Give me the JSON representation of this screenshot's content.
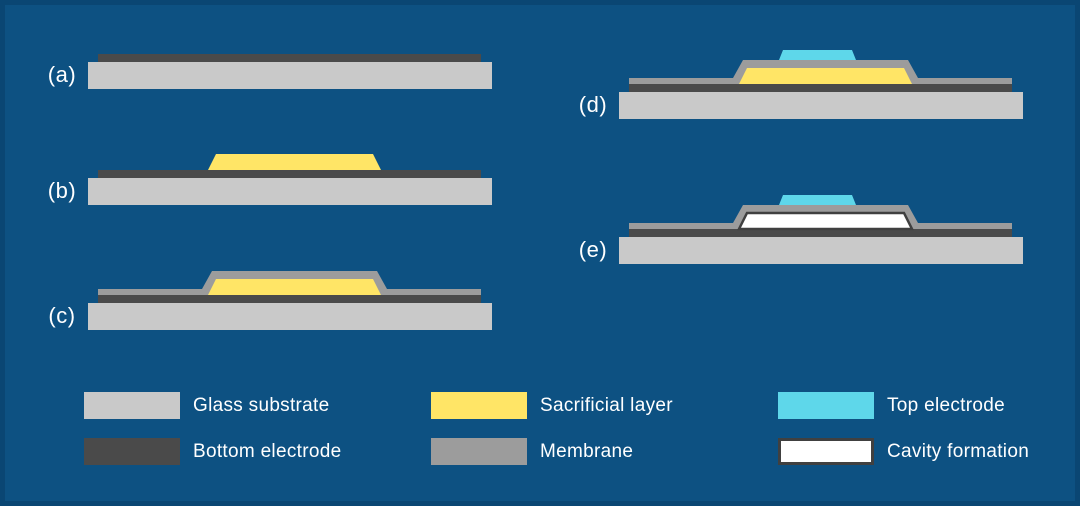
{
  "canvas": {
    "background": "#0d5182",
    "edge_shade": "#0a4673",
    "text_color": "#ffffff"
  },
  "colors": {
    "glass": "#c9c9c9",
    "bottom_electrode": "#4a4a4a",
    "sacrificial": "#ffe566",
    "membrane": "#9c9c9c",
    "top_electrode": "#5ed7ea",
    "cavity": "#ffffff",
    "cavity_outline": "#404040"
  },
  "steps": [
    {
      "label": "(a)",
      "layers": [
        "glass",
        "bottom_electrode"
      ]
    },
    {
      "label": "(b)",
      "layers": [
        "glass",
        "bottom_electrode",
        "sacrificial"
      ]
    },
    {
      "label": "(c)",
      "layers": [
        "glass",
        "bottom_electrode",
        "sacrificial",
        "membrane"
      ]
    },
    {
      "label": "(d)",
      "layers": [
        "glass",
        "bottom_electrode",
        "sacrificial",
        "membrane",
        "top_electrode"
      ]
    },
    {
      "label": "(e)",
      "layers": [
        "glass",
        "bottom_electrode",
        "membrane",
        "top_electrode",
        "cavity"
      ]
    }
  ],
  "legend": {
    "items": [
      {
        "label": "Glass substrate",
        "color": "#c9c9c9"
      },
      {
        "label": "Bottom electrode",
        "color": "#4a4a4a"
      },
      {
        "label": "Sacrificial layer",
        "color": "#ffe566"
      },
      {
        "label": "Membrane",
        "color": "#9c9c9c"
      },
      {
        "label": "Top electrode",
        "color": "#5ed7ea"
      },
      {
        "label": "Cavity formation",
        "color": "#ffffff"
      }
    ]
  }
}
